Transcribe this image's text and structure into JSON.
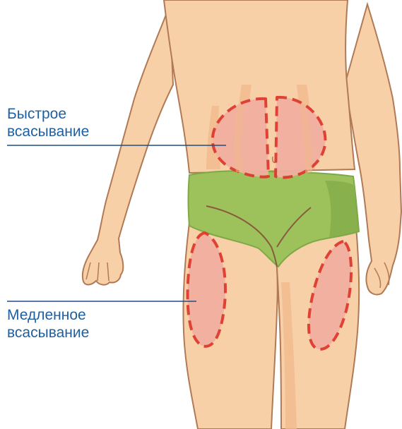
{
  "labels": {
    "fast_line1": "Быстрое",
    "fast_line2": "всасывание",
    "slow_line1": "Медленное",
    "slow_line2": "всасывание"
  },
  "colors": {
    "skin": "#f8d0a8",
    "skin_shadow": "#f0b98c",
    "outline": "#b07a56",
    "underwear": "#9dc25c",
    "underwear_shadow": "#7fa846",
    "zone_fill": "#f2b0a0",
    "zone_border": "#de3a2f",
    "label_text": "#1f5fa0",
    "pointer_line": "#1f4e86"
  },
  "icons": {
    "abdomen_zone": "dashed-oval",
    "thigh_zone": "dashed-oval"
  }
}
